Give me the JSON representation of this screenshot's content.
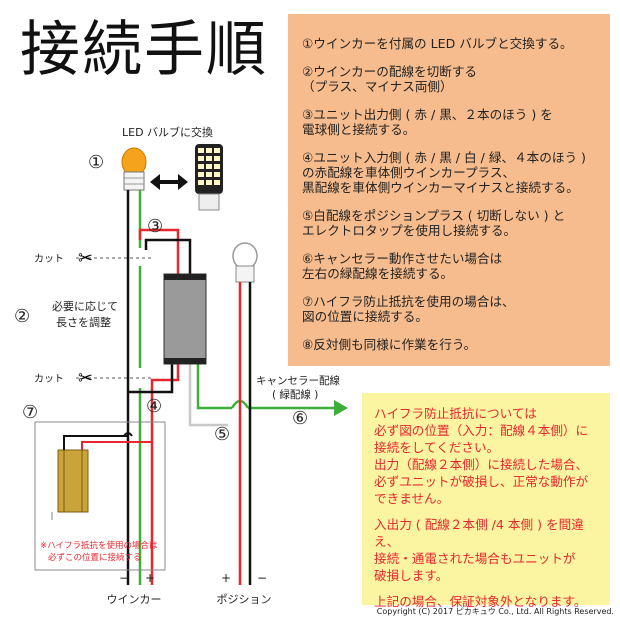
{
  "title": "接続手順",
  "steps": [
    "①ウインカーを付属の LED バルブと交換する。",
    "②ウインカーの配線を切断する\n（プラス、マイナス両側）",
    "③ユニット出力側 ( 赤 / 黒、２本のほう ) を\n電球側と接続する。",
    "④ユニット入力側 ( 赤 / 黒 / 白 / 緑、４本のほう )\nの赤配線を車体側ウインカープラス、\n黒配線を車体側ウインカーマイナスと接続する。",
    "⑤白配線をポジションプラス ( 切断しない ) と\nエレクトロタップを使用し接続する。",
    "⑥キャンセラー動作させたい場合は\n左右の緑配線を接続する。",
    "⑦ハイフラ防止抵抗を使用の場合は、\n図の位置に接続する。",
    "⑧反対側も同様に作業を行う。"
  ],
  "note": [
    "ハイフラ防止抵抗については\n必ず図の位置（入力：配線４本側）に\n接続をしてください。\n出力（配線２本側）に接続した場合、\n必ずユニットが破損し、正常な動作が\nできません。",
    "入出力 ( 配線２本側 /4 本側 ) を間違え、\n接続・通電された場合もユニットが\n破損します。",
    "上記の場合、保証対象外となります。"
  ],
  "diagram": {
    "led_label": "LED バルブに交換",
    "cut_top": "カット",
    "cut_bottom": "カット",
    "adjust_line1": "必要に応じて",
    "adjust_line2": "長さを調整",
    "canceller_line1": "キャンセラー配線",
    "canceller_line2": "( 緑配線 )",
    "resistor_note1": "※ハイフラ抵抗を使用の場合は",
    "resistor_note2": "必ずこの位置に接続する",
    "winker_label": "ウインカー",
    "position_label": "ポジション",
    "minus": "−",
    "plus": "+",
    "n1": "①",
    "n2": "②",
    "n3": "③",
    "n4": "④",
    "n5": "⑤",
    "n6": "⑥",
    "n7": "⑦",
    "swap_arrow_icon": "double-arrow-icon",
    "scissors_icon": "scissors-icon",
    "colors": {
      "red": "#e8262e",
      "black": "#111111",
      "white_wire": "#c8c8c8",
      "green": "#3dae3a",
      "bulb_orange": "#f5a31a",
      "panel_orange": "#f6bc8d",
      "panel_yellow": "#fbf5a2",
      "note_red": "#e8262e"
    }
  },
  "copyright": "Copyright (C) 2017 ピカキュウ Co., Ltd. All Rights Reserved."
}
